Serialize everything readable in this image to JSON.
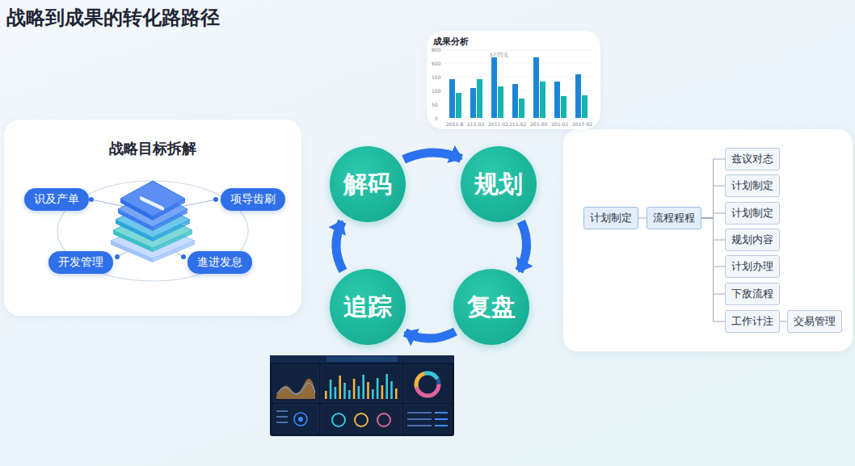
{
  "diagram": {
    "title": "战略到成果的转化路路径",
    "nodes": [
      {
        "text": [
          "战略目标拆解"
        ]
      },
      {
        "text": [
          "识及产单"
        ],
        "in": 0
      },
      {
        "text": [
          "项导齿刷"
        ],
        "in": 0
      },
      {
        "text": [
          "开发管理"
        ],
        "in": 0
      },
      {
        "text": [
          "進进发息"
        ],
        "in": 0
      },
      {
        "text": [
          "成果分析"
        ]
      },
      {
        "text": [
          "解码"
        ]
      },
      {
        "text": [
          "规划"
        ]
      },
      {
        "text": [
          "复盘"
        ]
      },
      {
        "text": [
          "追踪"
        ]
      },
      {
        "text": [
          "计划制定"
        ]
      },
      {
        "text": [
          "流程程程"
        ]
      },
      {
        "text": [
          "兹议对态"
        ]
      },
      {
        "text": [
          "计划制定"
        ]
      },
      {
        "text": [
          "计划制定"
        ]
      },
      {
        "text": [
          "规划内容"
        ]
      },
      {
        "text": [
          "计划办理"
        ]
      },
      {
        "text": [
          "下敌流程"
        ]
      },
      {
        "text": [
          "工作计注"
        ]
      },
      {
        "text": [
          "交易管理"
        ]
      }
    ],
    "edges": [
      {
        "from": 6,
        "to": 7,
        "arrow": "to"
      },
      {
        "from": 7,
        "to": 8,
        "arrow": "to"
      },
      {
        "from": 8,
        "to": 9,
        "arrow": "to"
      },
      {
        "from": 9,
        "to": 6,
        "arrow": "to"
      },
      {
        "from": 10,
        "to": 11,
        "arrow": "none"
      },
      {
        "from": 11,
        "to": 12,
        "arrow": "none"
      },
      {
        "from": 11,
        "to": 13,
        "arrow": "none"
      },
      {
        "from": 11,
        "to": 14,
        "arrow": "none"
      },
      {
        "from": 11,
        "to": 15,
        "arrow": "none"
      },
      {
        "from": 11,
        "to": 16,
        "arrow": "none"
      },
      {
        "from": 11,
        "to": 17,
        "arrow": "none"
      },
      {
        "from": 11,
        "to": 18,
        "arrow": "none"
      },
      {
        "from": 18,
        "to": 19,
        "arrow": "none"
      }
    ],
    "labels": [
      "800",
      "600",
      "150",
      "100",
      "50",
      "0",
      "577万元",
      "2011-8",
      "211-02",
      "2011-02",
      "211-02",
      "201-00",
      "201-02",
      "2017-02"
    ]
  }
}
